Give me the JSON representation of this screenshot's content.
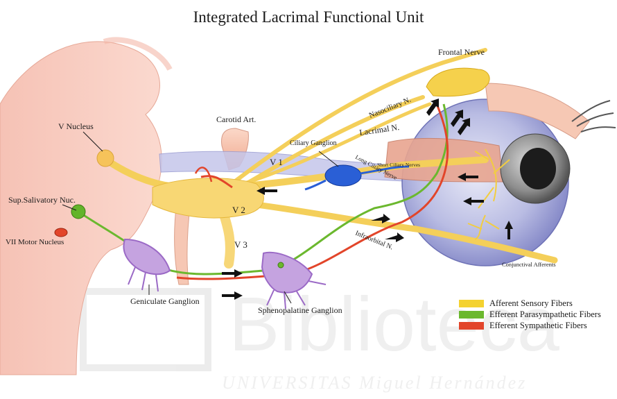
{
  "title": "Integrated Lacrimal Functional Unit",
  "labels": {
    "frontal_nerve": "Frontal Nerve",
    "nasociliary": "Nasociliary N.",
    "lacrimal_n": "Lacrimal N.",
    "ciliary_ganglion": "Ciliary Ganglion",
    "short_ciliary": "Short Ciliary Nerves",
    "long_ciliary": "Long Ciliary Nerve",
    "carotid": "Carotid Art.",
    "v_nucleus": "V  Nucleus",
    "v1": "V 1",
    "v2": "V 2",
    "v3": "V 3",
    "sup_salivatory": "Sup.Salivatory Nuc.",
    "vii_motor": "VII Motor Nucleus",
    "geniculate": "Geniculate Ganglion",
    "sphenopalatine": "Sphenopalatine Ganglion",
    "infraorbital": "Infraorbital N.",
    "conjunctival": "Conjunctival Afferents"
  },
  "legend": [
    {
      "label": "Afferent Sensory Fibers",
      "color": "#f4d230"
    },
    {
      "label": "Efferent Parasympathetic Fibers",
      "color": "#6bb82e"
    },
    {
      "label": "Efferent Sympathetic Fibers",
      "color": "#e2452a"
    }
  ],
  "watermark": {
    "line1": "Biblioteca",
    "line2": "UNIVERSITAS Miguel Hernández"
  }
}
